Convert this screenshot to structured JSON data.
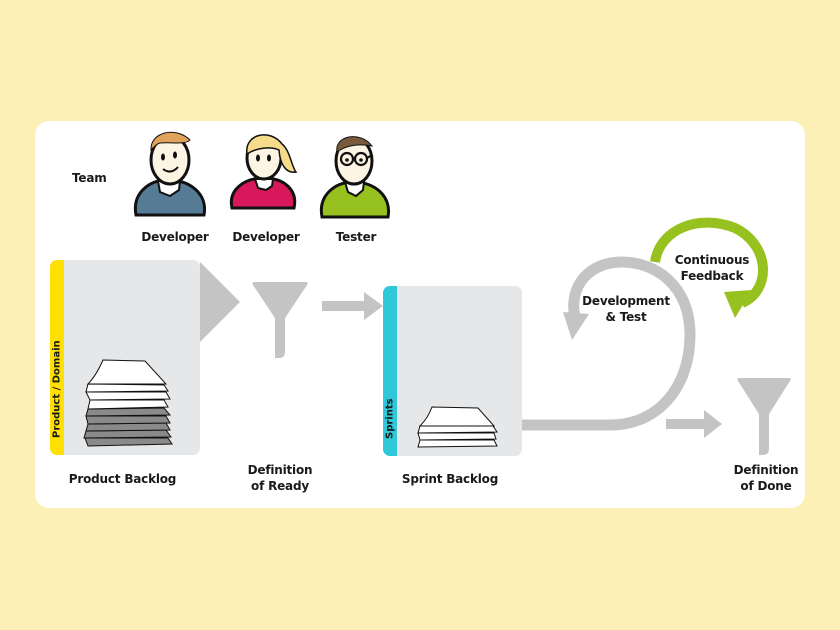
{
  "colors": {
    "background": "#fdf0b6",
    "card": "#ffffff",
    "flow_gray": "#c4c4c4",
    "backlog_fill": "#e6e7e8",
    "product_band": "#ffe000",
    "sprint_band": "#2ec8d8",
    "feedback_green": "#97c11f"
  },
  "team": {
    "label": "Team",
    "members": [
      {
        "role": "Developer",
        "shirt_color": "#557b95",
        "hair_color": "#e0a35c"
      },
      {
        "role": "Developer",
        "shirt_color": "#d8185a",
        "hair_color": "#f6dc8a"
      },
      {
        "role": "Tester",
        "shirt_color": "#96c11f",
        "hair_color": "#7a5a3c"
      }
    ]
  },
  "product_backlog": {
    "band_label": "Product / Domain",
    "label": "Product Backlog"
  },
  "definition_of_ready": {
    "label": "Definition\nof Ready"
  },
  "sprint_backlog": {
    "band_label": "Sprints",
    "label": "Sprint Backlog"
  },
  "development": {
    "label": "Development\n& Test"
  },
  "feedback": {
    "label": "Continuous\nFeedback"
  },
  "definition_of_done": {
    "label": "Definition\nof Done"
  }
}
